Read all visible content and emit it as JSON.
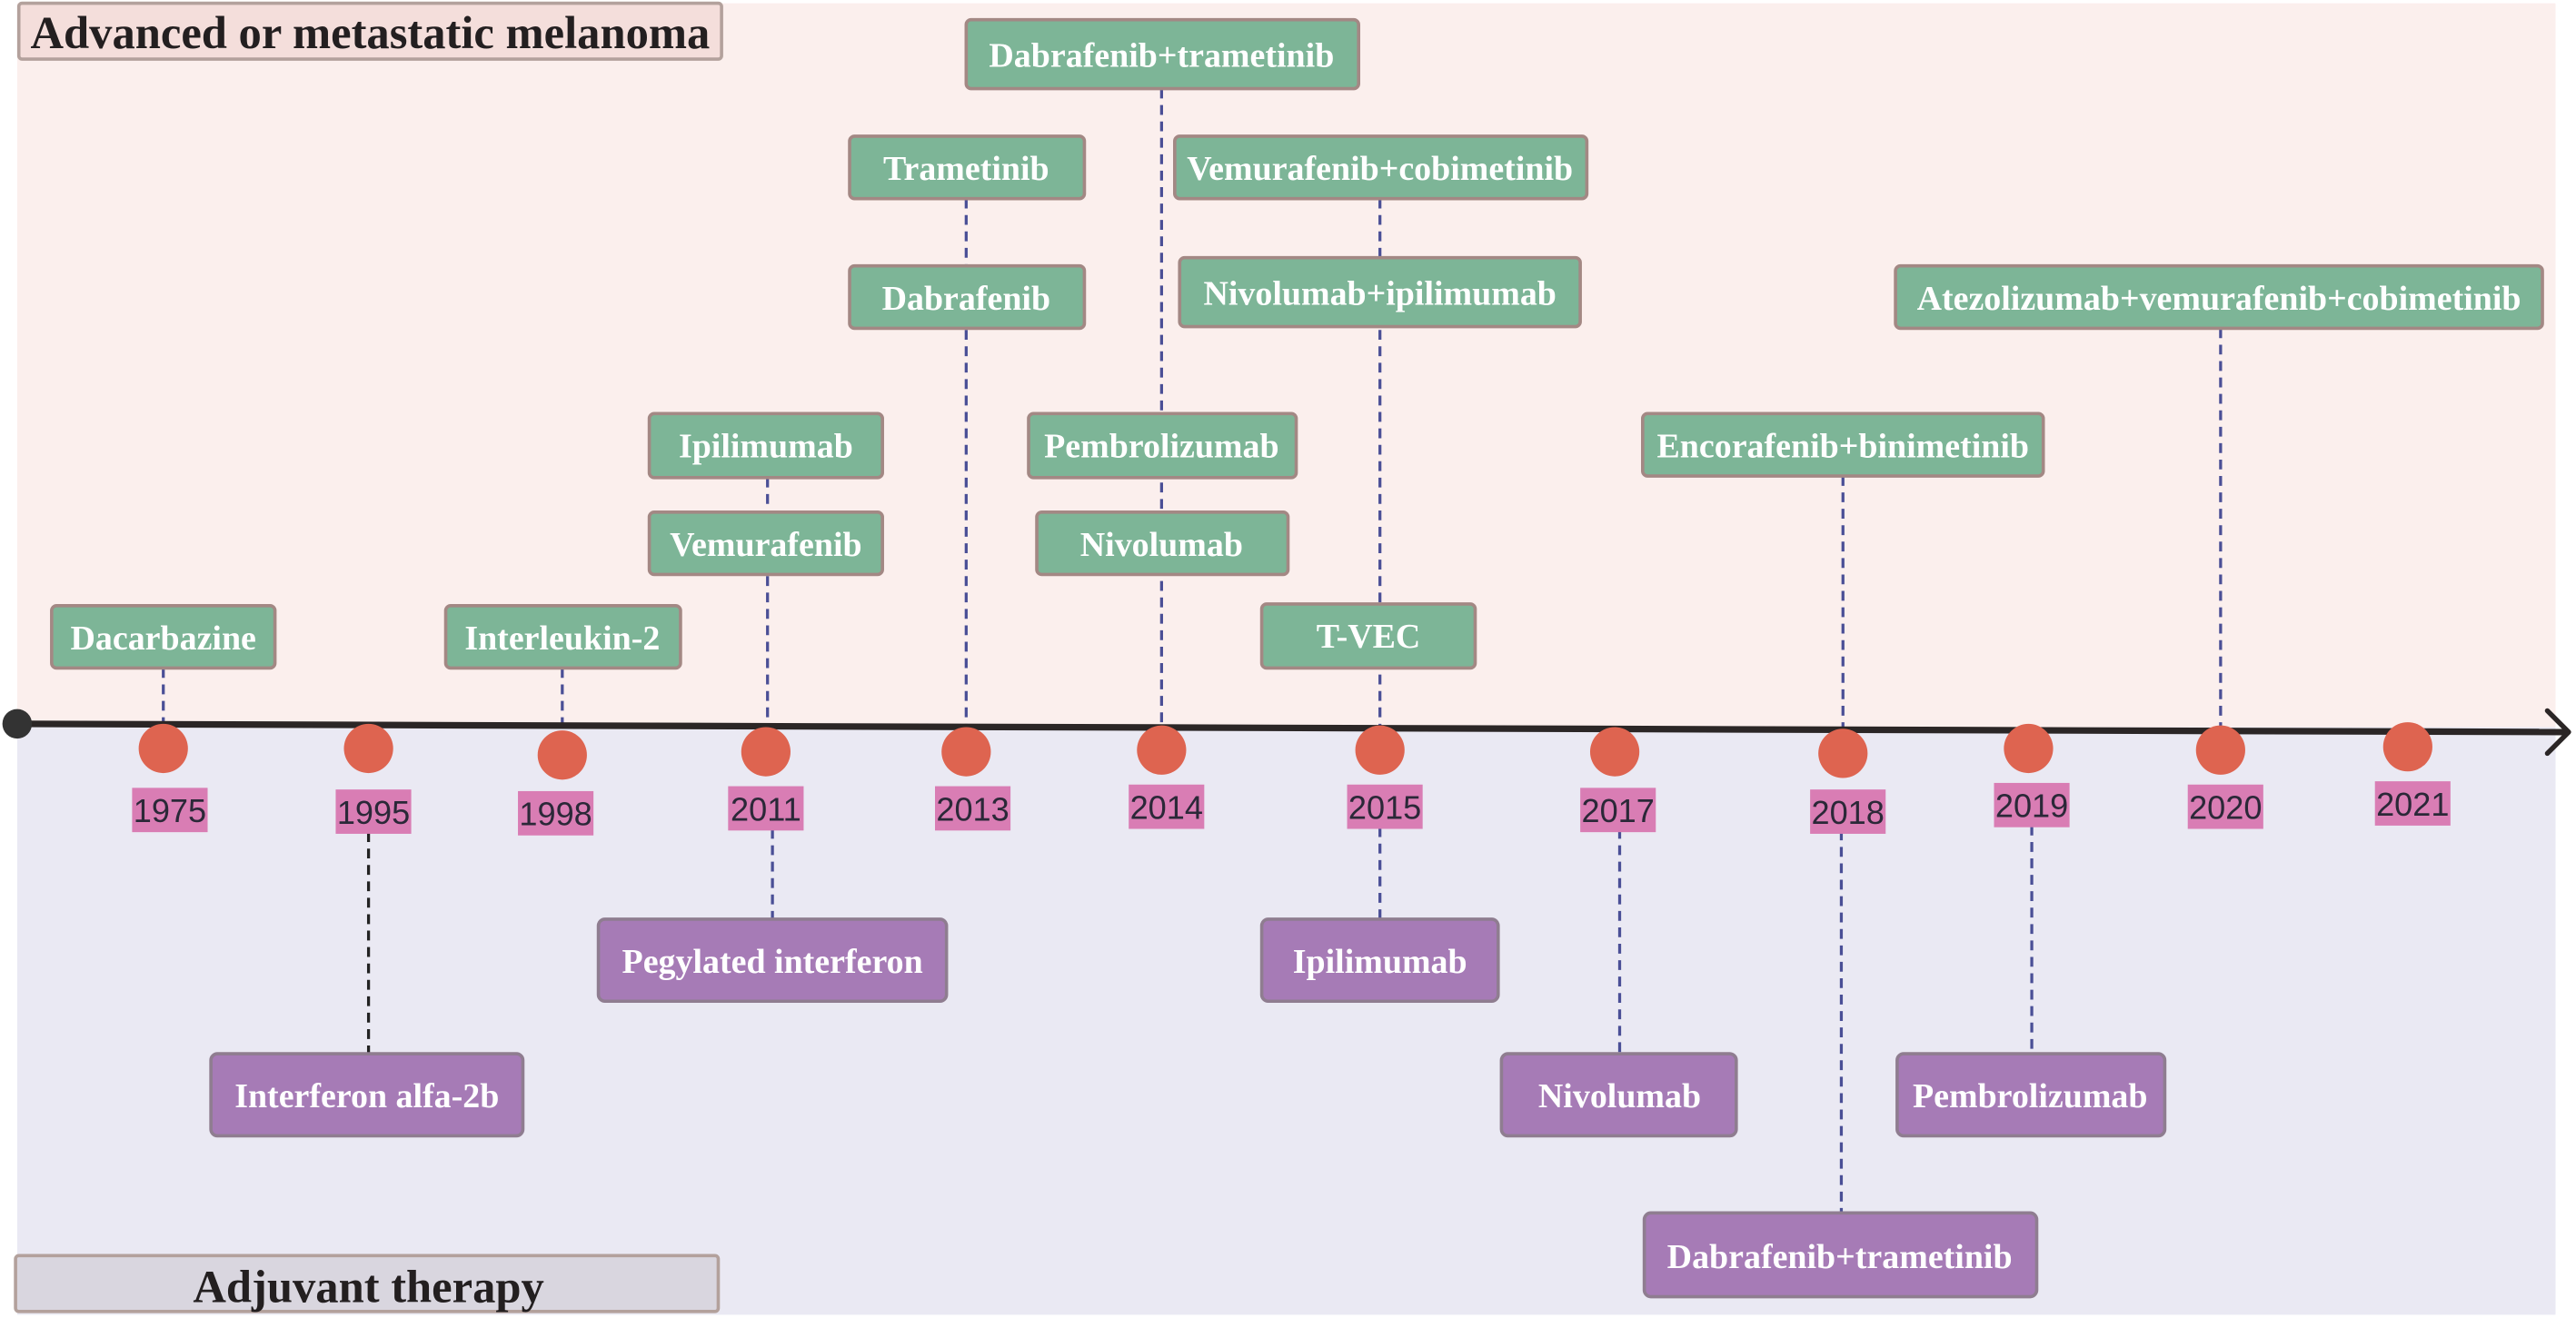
{
  "advanced": {
    "title": "Advanced or metastatic melanoma",
    "therapies": [
      "Dacarbazine",
      "Interleukin-2",
      "Ipilimumab",
      "Vemurafenib",
      "Trametinib",
      "Dabrafenib",
      "Dabrafenib+trametinib",
      "Pembrolizumab",
      "Nivolumab",
      "Vemurafenib+cobimetinib",
      "Nivolumab+ipilimumab",
      "T-VEC",
      "Encorafenib+binimetinib",
      "Atezolizumab+vemurafenib+cobimetinib"
    ]
  },
  "adjuvant": {
    "title": "Adjuvant therapy",
    "therapies": [
      "Interferon alfa-2b",
      "Pegylated interferon",
      "Ipilimumab",
      "Nivolumab",
      "Dabrafenib+trametinib",
      "Pembrolizumab"
    ]
  },
  "timeline": {
    "years": [
      "1975",
      "1995",
      "1998",
      "2011",
      "2013",
      "2014",
      "2015",
      "2017",
      "2018",
      "2019",
      "2020",
      "2021"
    ]
  },
  "colors": {
    "advanced_panel": "#fbefed",
    "adjuvant_panel": "#eae9f3",
    "advanced_box": "#7db597",
    "adjuvant_box": "#a67bb6",
    "year_dot": "#de6450",
    "year_label": "#d97db4",
    "connector": "#4a4f96",
    "axis": "#2b2626"
  }
}
